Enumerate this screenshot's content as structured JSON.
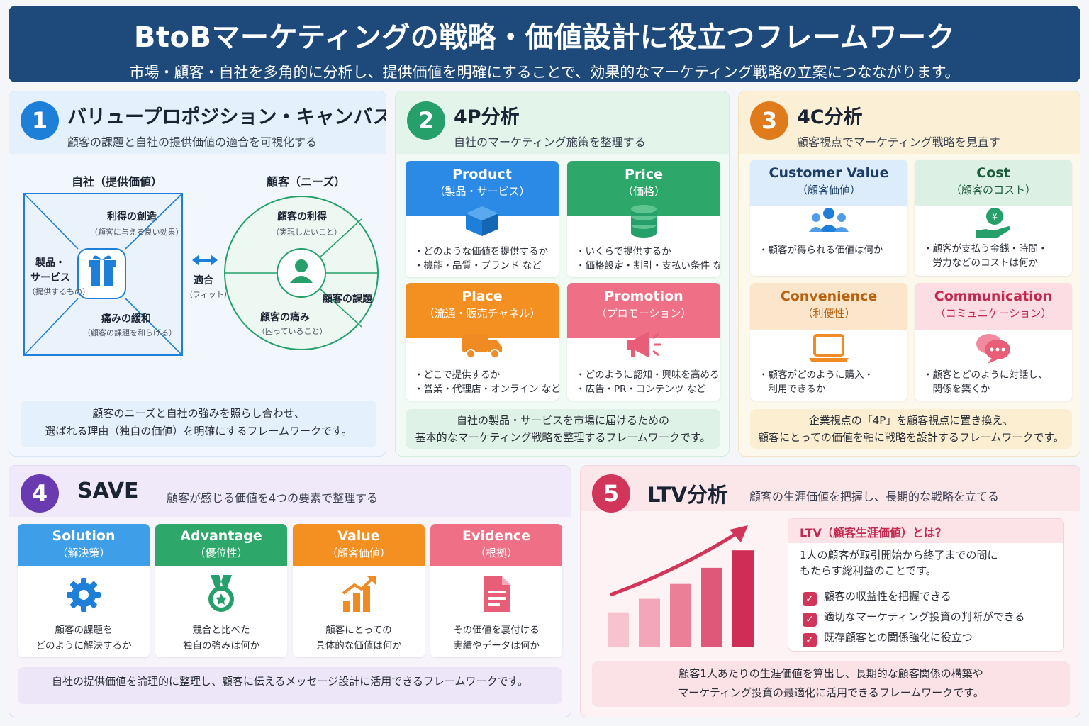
{
  "header": {
    "title": "BtoBマーケティングの戦略・価値設計に役立つフレームワーク",
    "subtitle": "市場・顧客・自社を多角的に分析し、提供価値を明確にすることで、効果的なマーケティング戦略の立案につなながります。"
  },
  "colors": {
    "header": "#1d4a7a",
    "blue": "#1d7fd8",
    "green": "#25a06a",
    "orange": "#f08a23",
    "pink": "#e85d78",
    "purple": "#6a3bb0",
    "crimson": "#d2355a"
  },
  "p1": {
    "num": "1",
    "title": "バリュープロポジション・キャンバス",
    "subtitle": "顧客の課題と自社の提供価値の適合を可視化する",
    "company_label": "自社（提供価値）",
    "customer_label": "顧客（ニーズ）",
    "gain_creators": "利得の創造",
    "gain_creators_note": "（顧客に与える良い効果）",
    "products": "製品・\nサービス",
    "products_note": "（提供するもの）",
    "pain_relievers": "痛みの緩和",
    "pain_relievers_note": "（顧客の課題を和らげる）",
    "fit": "適合",
    "fit_note": "（フィット）",
    "gains": "顧客の利得",
    "gains_note": "（実現したいこと）",
    "jobs": "顧客の課題",
    "pains": "顧客の痛み",
    "pains_note": "（困っていること）",
    "note": "顧客のニーズと自社の強みを照らし合わせ、\n選ばれる理由（独自の価値）を明確にするフレームワークです。"
  },
  "p2": {
    "num": "2",
    "title": "4P分析",
    "subtitle": "自社のマーケティング施策を整理する",
    "cards": [
      {
        "title": "Product",
        "sub": "（製品・サービス）",
        "icon": "box-icon",
        "b1": "・どのような価値を提供するか",
        "b2": "・機能・品質・ブランド など"
      },
      {
        "title": "Price",
        "sub": "（価格）",
        "icon": "coins-icon",
        "b1": "・いくらで提供するか",
        "b2": "・価格設定・割引・支払い条件 など"
      },
      {
        "title": "Place",
        "sub": "（流通・販売チャネル）",
        "icon": "truck-icon",
        "b1": "・どこで提供するか",
        "b2": "・営業・代理店・オンライン など"
      },
      {
        "title": "Promotion",
        "sub": "（プロモーション）",
        "icon": "megaphone-icon",
        "b1": "・どのように認知・興味を高めるか",
        "b2": "・広告・PR・コンテンツ など"
      }
    ],
    "note": "自社の製品・サービスを市場に届けるための\n基本的なマーケティング戦略を整理するフレームワークです。"
  },
  "p3": {
    "num": "3",
    "title": "4C分析",
    "subtitle": "顧客視点でマーケティング戦略を見直す",
    "cards": [
      {
        "title": "Customer Value",
        "sub": "（顧客価値）",
        "icon": "people-icon",
        "b1": "・顧客が得られる価値は何か",
        "b2": ""
      },
      {
        "title": "Cost",
        "sub": "（顧客のコスト）",
        "icon": "yen-hand-icon",
        "b1": "・顧客が支払う金銭・時間・",
        "b2": "　労力などのコストは何か"
      },
      {
        "title": "Convenience",
        "sub": "（利便性）",
        "icon": "laptop-icon",
        "b1": "・顧客がどのように購入・",
        "b2": "　利用できるか"
      },
      {
        "title": "Communication",
        "sub": "（コミュニケーション）",
        "icon": "chat-icon",
        "b1": "・顧客とどのように対話し、",
        "b2": "　関係を築くか"
      }
    ],
    "note": "企業視点の「4P」を顧客視点に置き換え、\n顧客にとっての価値を軸に戦略を設計するフレームワークです。"
  },
  "p4": {
    "num": "4",
    "title": "SAVE",
    "subtitle": "顧客が感じる価値を4つの要素で整理する",
    "cards": [
      {
        "title": "Solution",
        "sub": "（解決策）",
        "icon": "gear-icon",
        "b1": "顧客の課題を",
        "b2": "どのように解決するか"
      },
      {
        "title": "Advantage",
        "sub": "（優位性）",
        "icon": "medal-icon",
        "b1": "競合と比べた",
        "b2": "独自の強みは何か"
      },
      {
        "title": "Value",
        "sub": "（顧客価値）",
        "icon": "growth-chart-icon",
        "b1": "顧客にとっての",
        "b2": "具体的な価値は何か"
      },
      {
        "title": "Evidence",
        "sub": "（根拠）",
        "icon": "document-icon",
        "b1": "その価値を裏付ける",
        "b2": "実績やデータは何か"
      }
    ],
    "note": "自社の提供価値を論理的に整理し、顧客に伝えるメッセージ設計に活用できるフレームワークです。"
  },
  "p5": {
    "num": "5",
    "title": "LTV分析",
    "subtitle": "顧客の生涯価値を把握し、長期的な戦略を立てる",
    "question": "LTV（顧客生涯価値）とは？",
    "desc": "1人の顧客が取引開始から終了までの間に\nもたらす総利益のことです。",
    "checks": [
      "顧客の収益性を把握できる",
      "適切なマーケティング投資の判断ができる",
      "既存顧客との関係強化に役立つ"
    ],
    "check_mark": "✓",
    "bars": [
      0.26,
      0.36,
      0.47,
      0.59,
      0.72
    ],
    "note": "顧客1人あたりの生涯価値を算出し、長期的な顧客関係の構築や\nマーケティング投資の最適化に活用できるフレームワークです。"
  }
}
